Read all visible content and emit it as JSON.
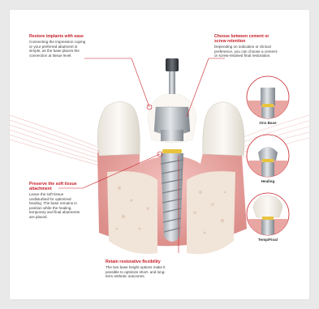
{
  "colors": {
    "accent_red": "#c8202a",
    "gum": "#e8a8a4",
    "bone": "#efe0d3",
    "tooth": "#f4f1ec",
    "metal": "#b8bcc1",
    "gold": "#e8c43c"
  },
  "annotations": {
    "restore": {
      "title": "Restore implants with ease",
      "body": "Connecting the impression coping or your preferred abutment is simple, as the base places the connection at tissue level."
    },
    "choose": {
      "title": "Choose between cement or screw retention",
      "body": "Depending on indication or clinical preference, you can choose a cement- or screw-retained final restoration."
    },
    "preserve": {
      "title": "Preserve the soft tissue attachment",
      "body": "Leave the soft tissue undisturbed for optimized healing. The base remains in position while the healing, temporary and final abutments are placed."
    },
    "retain": {
      "title": "Retain restorative flexibility",
      "body": "The two base height options make it possible to optimize short- and long-term esthetic outcomes."
    }
  },
  "insets": [
    {
      "label": "On1 Base"
    },
    {
      "label": "Healing"
    },
    {
      "label": "Temp/Final"
    }
  ]
}
